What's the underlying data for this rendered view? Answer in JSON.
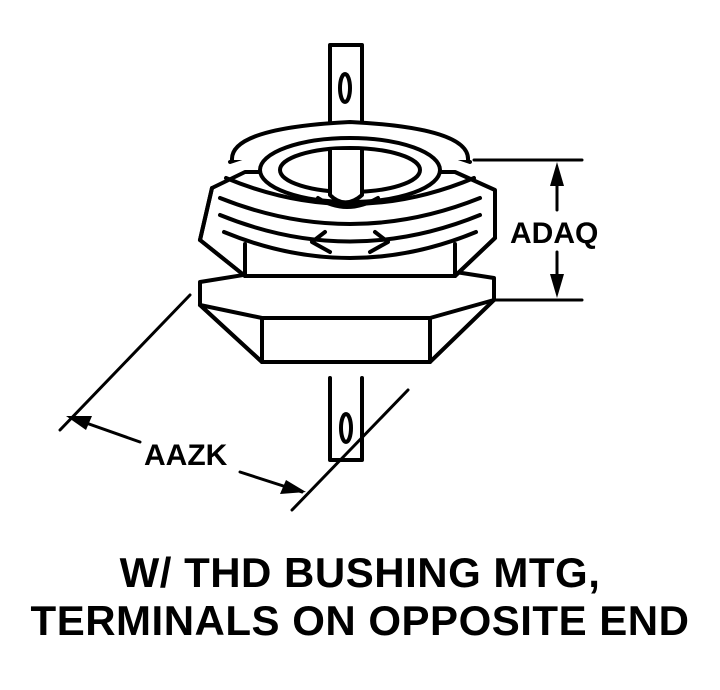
{
  "dimensions": {
    "height_label": "ADAQ",
    "width_label": "AAZK"
  },
  "caption": {
    "line1": "W/ THD BUSHING MTG,",
    "line2": "TERMINALS ON OPPOSITE END"
  },
  "colors": {
    "ink": "#000000",
    "background": "#ffffff"
  }
}
